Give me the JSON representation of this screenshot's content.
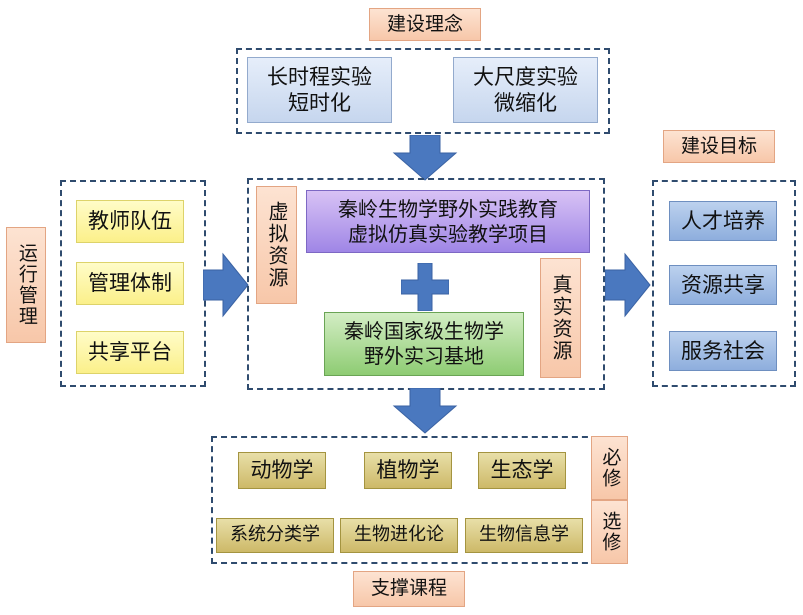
{
  "concept": {
    "title": "建设理念",
    "item1": "长时程实验\n短时化",
    "item2": "大尺度实验\n微缩化"
  },
  "operation": {
    "title": "运行管理",
    "items": [
      "教师队伍",
      "管理体制",
      "共享平台"
    ]
  },
  "center": {
    "virtual_label": "虚拟资源",
    "virtual_project": "秦岭生物学野外实践教育\n虚拟仿真实验教学项目",
    "real_label": "真实资源",
    "real_base": "秦岭国家级生物学\n野外实习基地"
  },
  "goals": {
    "title": "建设目标",
    "items": [
      "人才培养",
      "资源共享",
      "服务社会"
    ]
  },
  "courses": {
    "title": "支撑课程",
    "required_label": "必修",
    "elective_label": "选修",
    "required": [
      "动物学",
      "植物学",
      "生态学"
    ],
    "elective": [
      "系统分类学",
      "生物进化论",
      "生物信息学"
    ]
  },
  "colors": {
    "arrow": "#4a78bf",
    "dash_border": "#2f4b6e"
  }
}
